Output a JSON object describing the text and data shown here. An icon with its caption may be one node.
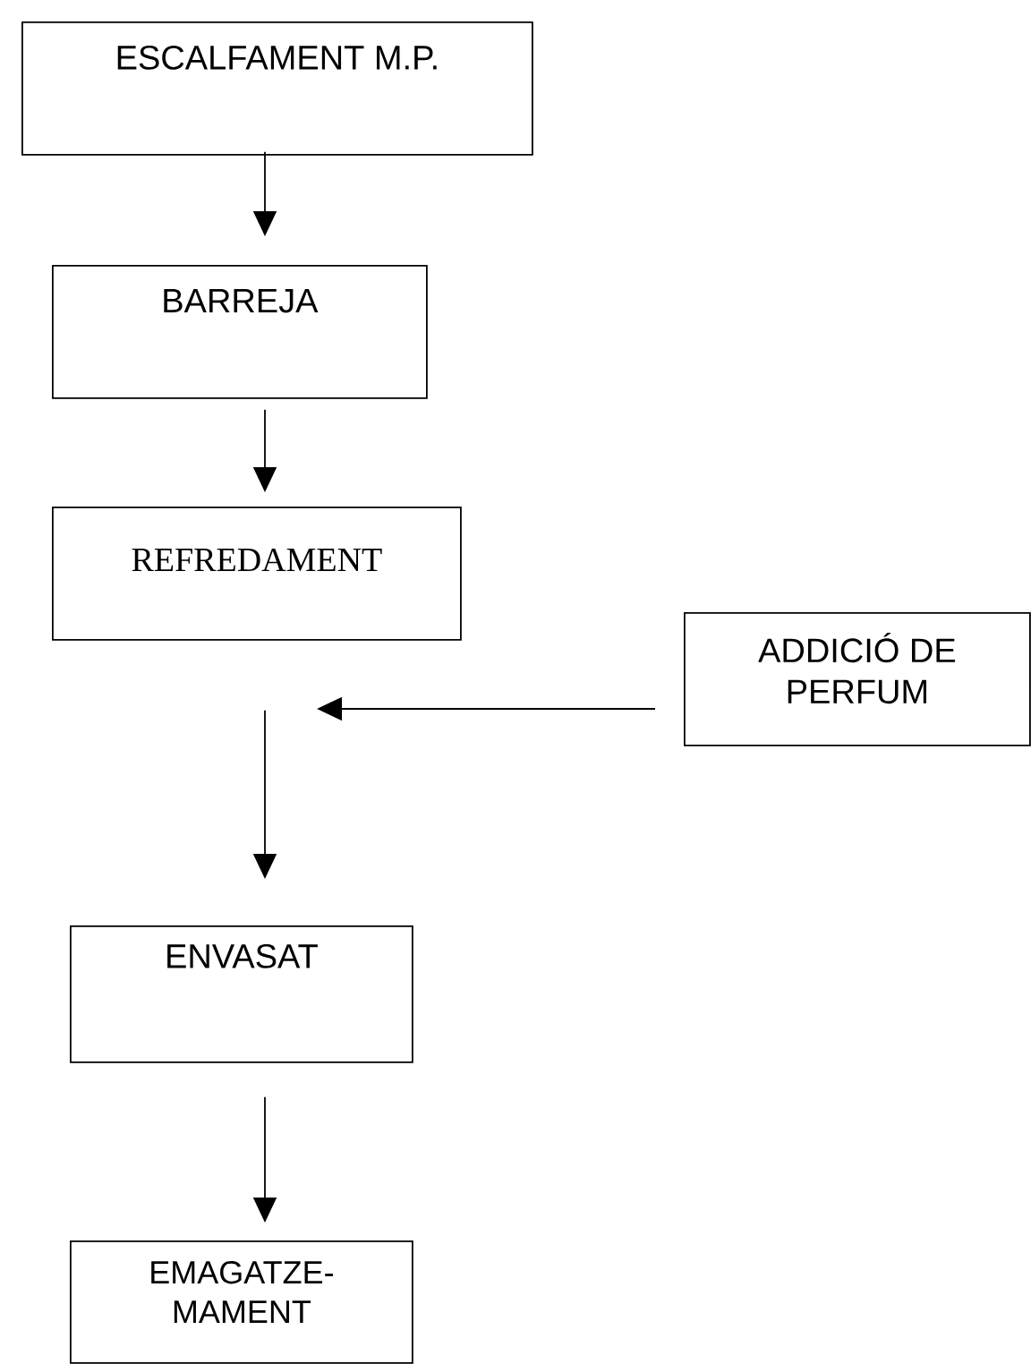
{
  "diagram": {
    "nodes": [
      {
        "text": [
          "ESCALFAMENT M.P."
        ]
      },
      {
        "text": [
          "BARREJA"
        ]
      },
      {
        "text": [
          "REFREDAMENT"
        ]
      },
      {
        "text": [
          "ADDICIÓ DE PERFUM"
        ]
      },
      {
        "text": [
          "ENVASAT"
        ]
      },
      {
        "text": [
          "EMAGATZE- MAMENT"
        ]
      }
    ],
    "edges": [
      {
        "from": 0,
        "to": 1,
        "arrow": "to"
      },
      {
        "from": 1,
        "to": 2,
        "arrow": "to"
      },
      {
        "from": 3,
        "to": null,
        "arrow": "to"
      },
      {
        "from": 2,
        "to": 4,
        "arrow": "to"
      },
      {
        "from": 4,
        "to": 5,
        "arrow": "to"
      }
    ]
  }
}
